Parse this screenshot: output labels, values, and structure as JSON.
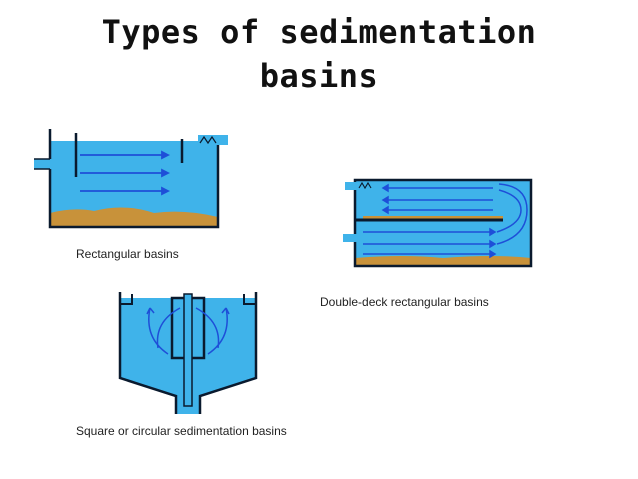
{
  "slide": {
    "title_line1": "Types of sedimentation",
    "title_line2": "basins"
  },
  "basins": [
    {
      "id": "rectangular",
      "label": "Rectangular basins"
    },
    {
      "id": "double-deck",
      "label": "Double-deck rectangular basins"
    },
    {
      "id": "circular",
      "label": "Square or circular sedimentation basins"
    }
  ],
  "colors": {
    "water": "#3fb3ea",
    "flow_arrow": "#1e4fd8",
    "wall": "#0a1a2e",
    "sludge": "#c8923a"
  }
}
